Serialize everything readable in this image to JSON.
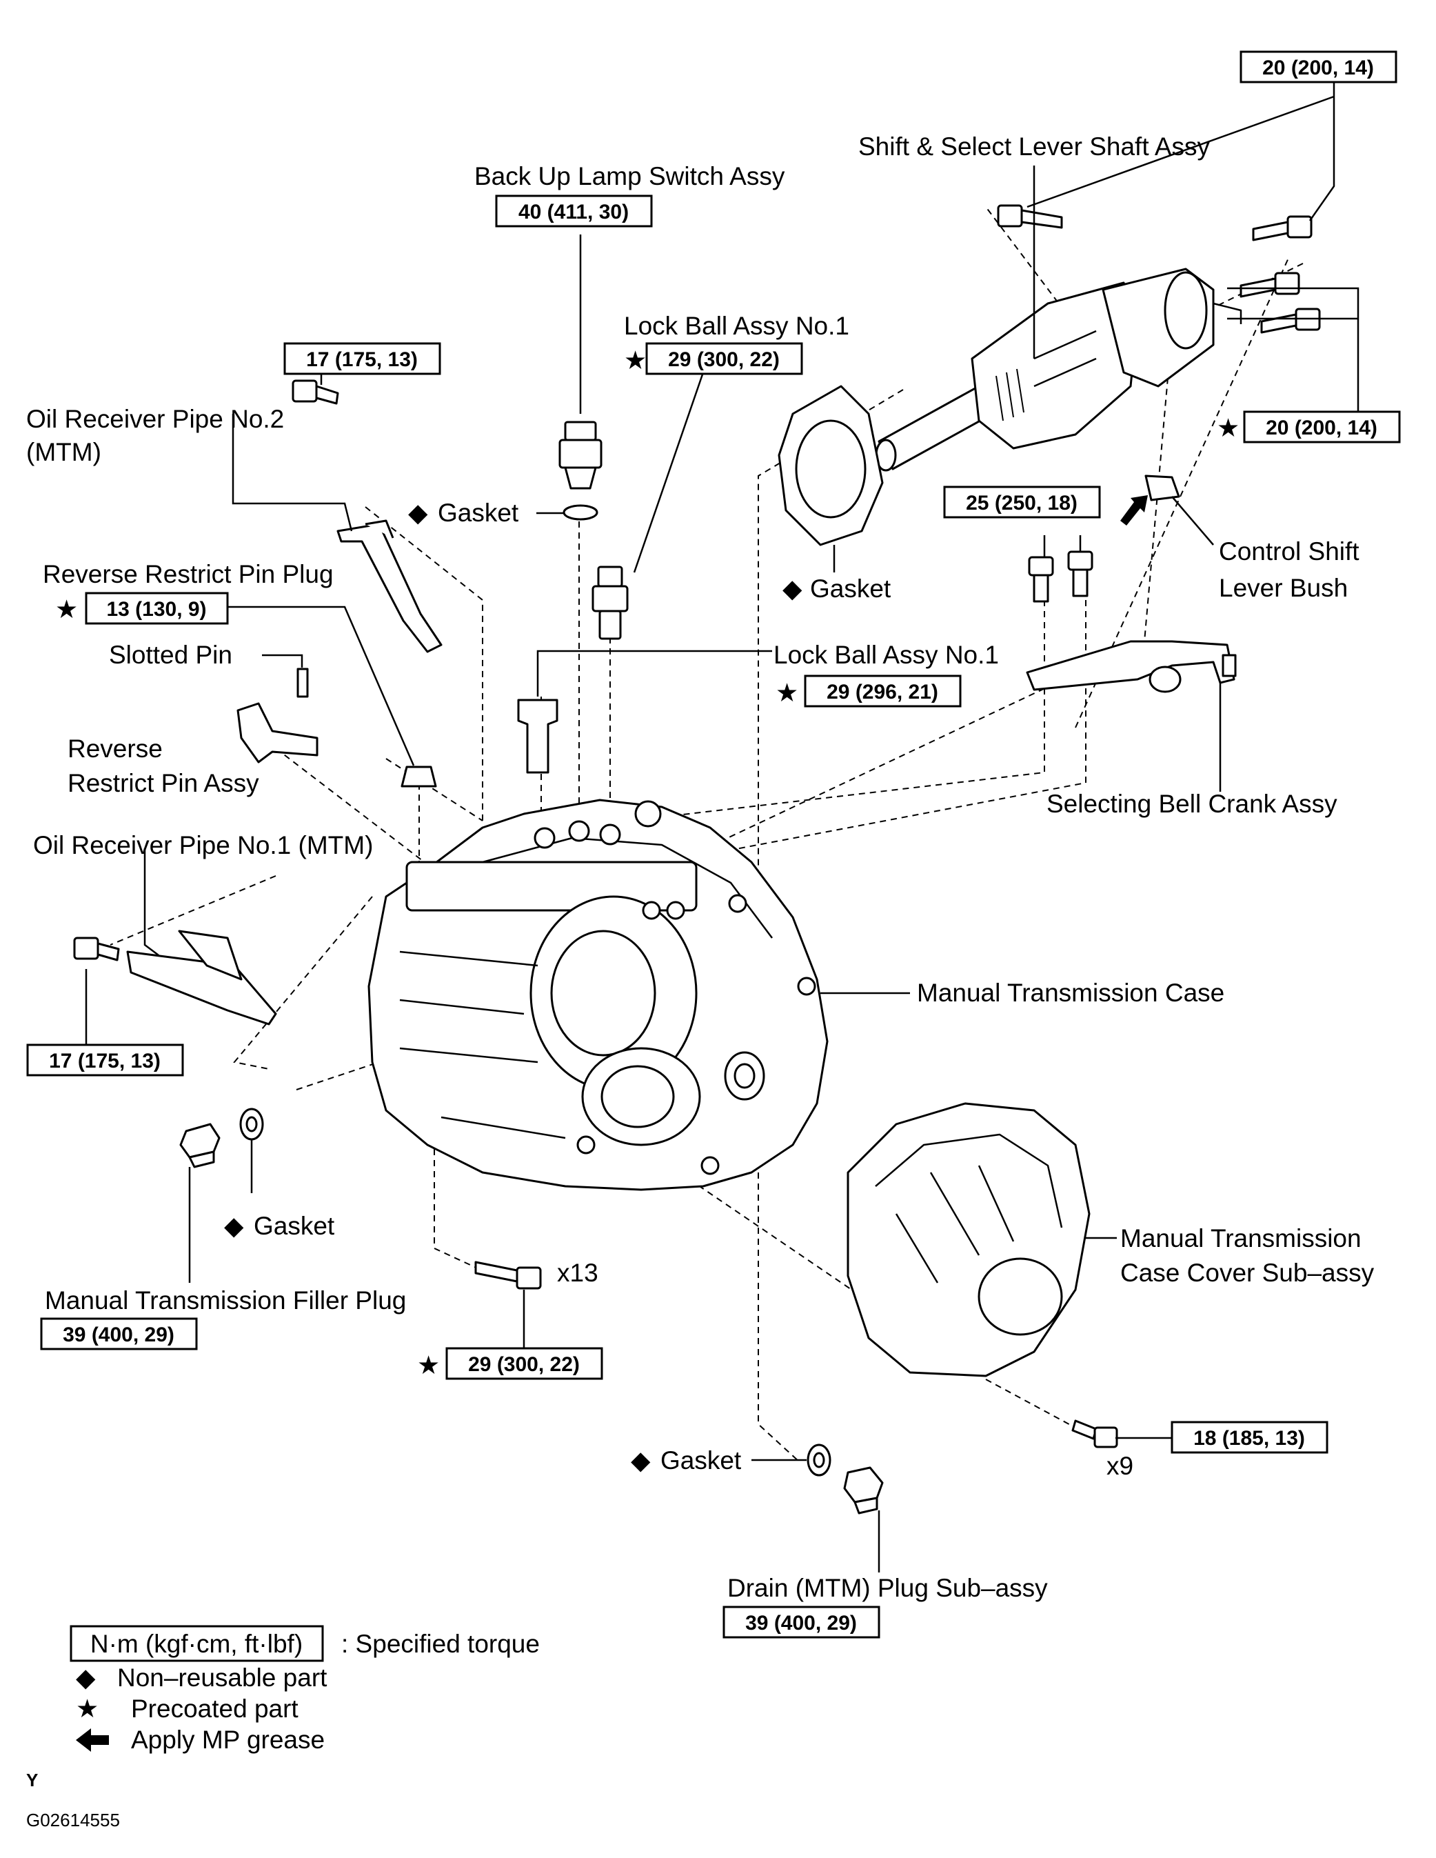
{
  "labels": {
    "shift_select_lever_shaft": "Shift & Select Lever Shaft Assy",
    "back_up_lamp_switch": "Back Up Lamp Switch Assy",
    "lock_ball_no1_top": "Lock Ball Assy No.1",
    "oil_receiver_pipe_no2_l1": "Oil Receiver Pipe No.2",
    "oil_receiver_pipe_no2_l2": "(MTM)",
    "gasket_switch": "Gasket",
    "gasket_plate": "Gasket",
    "reverse_restrict_pin_plug": "Reverse Restrict Pin Plug",
    "slotted_pin": "Slotted Pin",
    "lock_ball_no1_mid": "Lock Ball Assy No.1",
    "control_shift_lever_bush_l1": "Control Shift",
    "control_shift_lever_bush_l2": "Lever Bush",
    "reverse_restrict_pin_assy_l1": "Reverse",
    "reverse_restrict_pin_assy_l2": "Restrict Pin Assy",
    "selecting_bell_crank": "Selecting Bell Crank Assy",
    "oil_receiver_pipe_no1": "Oil Receiver Pipe No.1 (MTM)",
    "manual_transmission_case": "Manual Transmission Case",
    "gasket_filler": "Gasket",
    "mt_case_cover_l1": "Manual Transmission",
    "mt_case_cover_l2": "Case Cover Sub–assy",
    "x13": "x13",
    "filler_plug": "Manual Transmission Filler Plug",
    "x9": "x9",
    "gasket_drain": "Gasket",
    "drain_plug": "Drain (MTM) Plug Sub–assy"
  },
  "torques": {
    "shift_shaft_top": "20 (200, 14)",
    "shift_shaft_right": "20 (200, 14)",
    "back_up_lamp_switch": "40 (411, 30)",
    "lock_ball_top": "29 (300, 22)",
    "oil_pipe_no2_bolt": "17 (175, 13)",
    "reverse_pin_plug": "13 (130, 9)",
    "bell_crank_bolts": "25 (250, 18)",
    "lock_ball_mid": "29 (296, 21)",
    "oil_pipe_no1_bolt": "17 (175, 13)",
    "filler_plug": "39 (400, 29)",
    "case_bolts": "29 (300, 22)",
    "cover_bolts": "18 (185, 13)",
    "drain_plug": "39 (400, 29)"
  },
  "symbols": {
    "diamond": "◆",
    "star": "★"
  },
  "legend": {
    "torque_box": "N·m (kgf·cm, ft·lbf)",
    "torque_desc": ": Specified torque",
    "non_reusable": "Non–reusable part",
    "precoated": "Precoated part",
    "mp_grease": "Apply MP grease"
  },
  "footer": {
    "letter": "Y",
    "code": "G02614555"
  }
}
